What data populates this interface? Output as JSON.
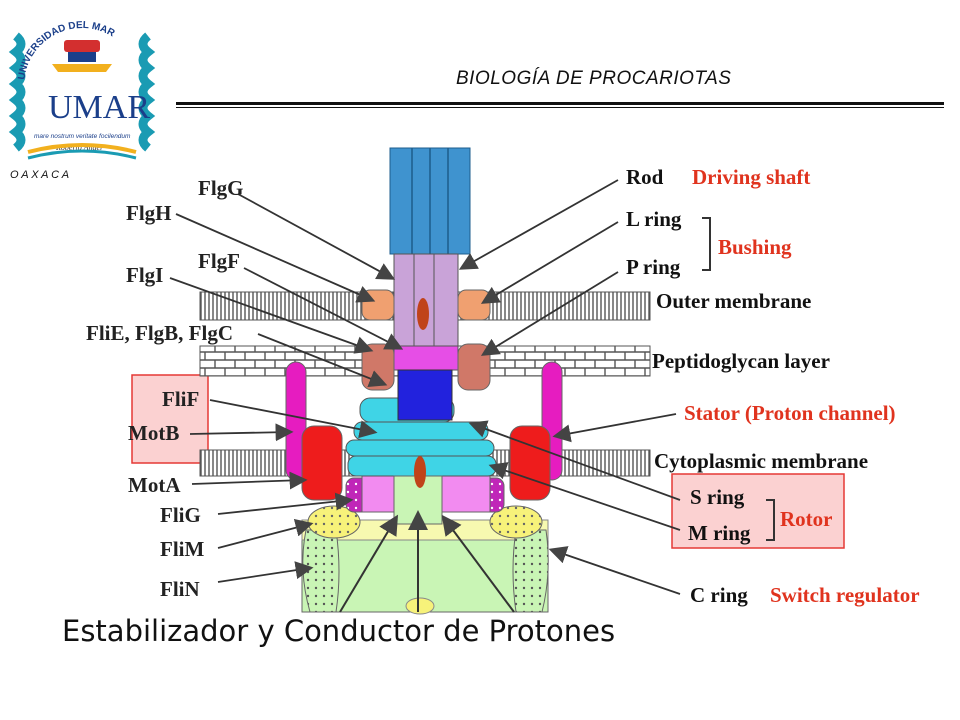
{
  "header": {
    "title": "BIOLOGÍA DE PROCARIOTAS"
  },
  "logo": {
    "arc_text": "UNIVERSIDAD DEL MAR",
    "monogram": "UMAR",
    "motto": "mare nostrum veritate focilendum",
    "place": "O A X A C A",
    "signature": "Roberto Anger"
  },
  "diagram": {
    "left_labels": {
      "flgg": "FlgG",
      "flgh": "FlgH",
      "flgf": "FlgF",
      "flgi": "FlgI",
      "flie_flgb_flgc": "FliE, FlgB, FlgC",
      "flif": "FliF",
      "motb": "MotB",
      "mota": "MotA",
      "flig": "FliG",
      "flim": "FliM",
      "flin": "FliN"
    },
    "right_labels": {
      "rod": "Rod",
      "l_ring": "L ring",
      "p_ring": "P ring",
      "outer_membrane": "Outer membrane",
      "peptidoglycan": "Peptidoglycan layer",
      "cytoplasmic": "Cytoplasmic membrane",
      "s_ring": "S ring",
      "m_ring": "M ring",
      "c_ring": "C ring"
    },
    "function_labels": {
      "driving_shaft": "Driving shaft",
      "bushing": "Bushing",
      "stator": "Stator (Proton channel)",
      "rotor": "Rotor",
      "switch": "Switch regulator"
    },
    "colors": {
      "label_red": "#e0331e",
      "highlight_fill": "#fbd1d1",
      "highlight_border": "#e53935",
      "filament": "#3f93cf",
      "rod": "#c9a3d8",
      "stator": "#e61cc0",
      "mota": "#ee1c1c",
      "ring_cyan": "#3fd4e6",
      "c_ring": "#c9f5b5"
    }
  },
  "caption": {
    "text": "Estabilizador y Conductor de Protones"
  }
}
